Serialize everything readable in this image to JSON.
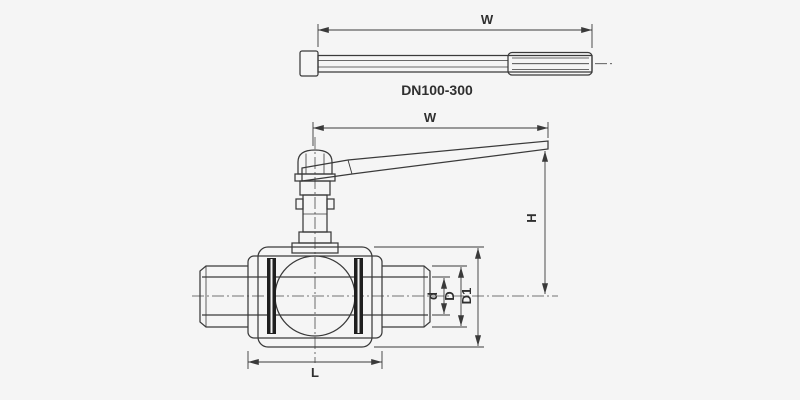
{
  "colors": {
    "background": "#f5f5f5",
    "line": "#3a3a3a",
    "seat_fill": "#1f1f1f",
    "text": "#2f2f2f"
  },
  "handle_drawing": {
    "dim_width_label": "W",
    "caption": "DN100-300"
  },
  "valve_drawing": {
    "dim_width_label": "W",
    "dim_height_label": "H",
    "dim_bore_label": "d",
    "dim_outer_label": "D",
    "dim_body_label": "D1",
    "dim_length_label": "L"
  }
}
